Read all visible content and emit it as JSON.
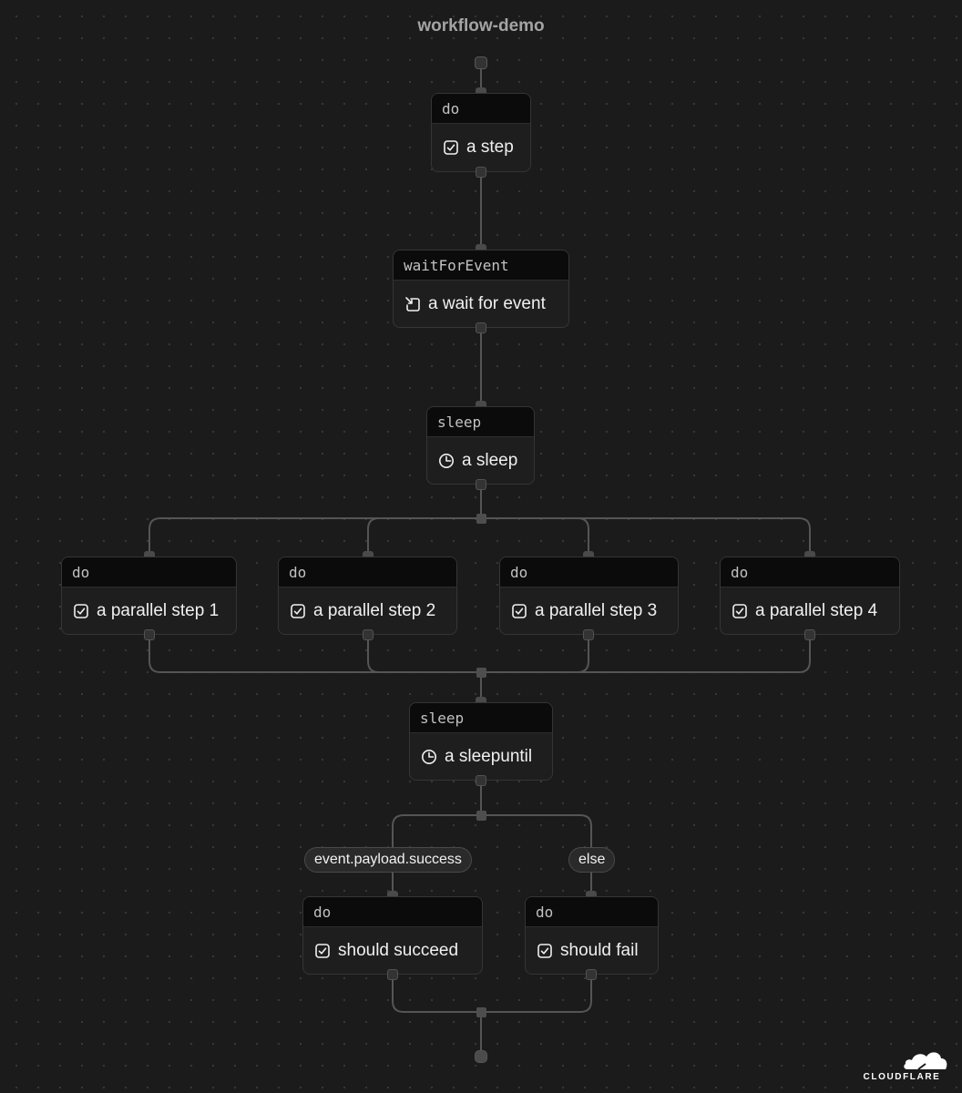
{
  "workflow_title": "workflow-demo",
  "colors": {
    "background": "#1b1b1b",
    "node_header": "#0b0b0b",
    "node_body": "#1e1e1e",
    "edge": "#555555",
    "text": "#f0f0f0"
  },
  "steps": [
    {
      "id": "a-step",
      "type": "do",
      "label": "a step",
      "icon": "check-square-icon"
    },
    {
      "id": "wait-event",
      "type": "waitForEvent",
      "label": "a wait for event",
      "icon": "wait-event-icon"
    },
    {
      "id": "sleep",
      "type": "sleep",
      "label": "a sleep",
      "icon": "clock-icon"
    },
    {
      "id": "parallel-1",
      "type": "do",
      "label": "a parallel step 1",
      "icon": "check-square-icon"
    },
    {
      "id": "parallel-2",
      "type": "do",
      "label": "a parallel step 2",
      "icon": "check-square-icon"
    },
    {
      "id": "parallel-3",
      "type": "do",
      "label": "a parallel step 3",
      "icon": "check-square-icon"
    },
    {
      "id": "parallel-4",
      "type": "do",
      "label": "a parallel step 4",
      "icon": "check-square-icon"
    },
    {
      "id": "sleep-until",
      "type": "sleep",
      "label": "a sleepuntil",
      "icon": "clock-icon"
    },
    {
      "id": "succeed",
      "type": "do",
      "label": "should succeed",
      "icon": "check-square-icon"
    },
    {
      "id": "fail",
      "type": "do",
      "label": "should fail",
      "icon": "check-square-icon"
    }
  ],
  "branch_conditions": {
    "if_label": "event.payload.success",
    "else_label": "else"
  },
  "brand": {
    "name": "CLOUDFLARE",
    "icon": "cloudflare-cloud-icon"
  }
}
